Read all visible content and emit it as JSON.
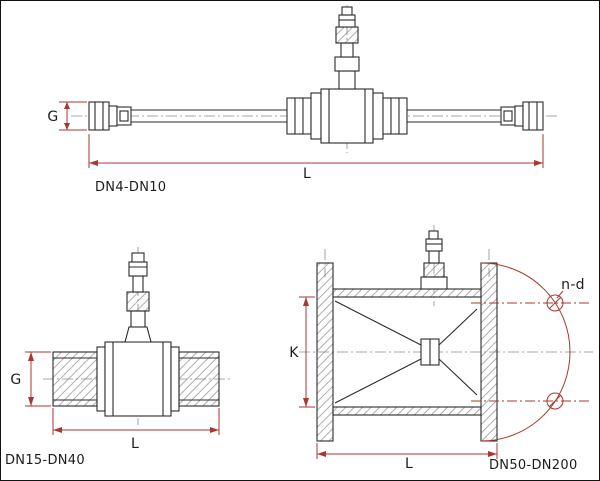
{
  "page": {
    "background": "#ffffff",
    "border_color": "#111111"
  },
  "colors": {
    "drawing_line": "#2b2b2b",
    "dimension_line": "#a83832",
    "centerline": "#8a8a8a",
    "text": "#1c1c1c"
  },
  "views": {
    "top": {
      "label": "DN4-DN10",
      "dim_g": "G",
      "dim_l": "L"
    },
    "bottom_left": {
      "label": "DN15-DN40",
      "dim_g": "G",
      "dim_l": "L"
    },
    "bottom_right": {
      "label": "DN50-DN200",
      "dim_k": "K",
      "dim_l": "L",
      "dim_nd": "n-d"
    }
  }
}
